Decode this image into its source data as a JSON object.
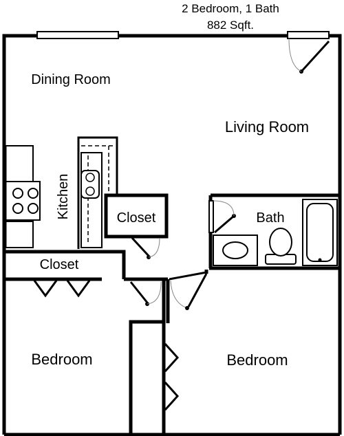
{
  "header": {
    "line1": "2 Bedroom, 1 Bath",
    "line2": "882 Sqft."
  },
  "rooms": {
    "dining_room": "Dining Room",
    "living_room": "Living Room",
    "kitchen": "Kitchen",
    "closet_kitchen": "Closet",
    "bath": "Bath",
    "closet_hall": "Closet",
    "bedroom_left": "Bedroom",
    "bedroom_right": "Bedroom"
  },
  "colors": {
    "wall": "#000000",
    "background": "#ffffff"
  }
}
